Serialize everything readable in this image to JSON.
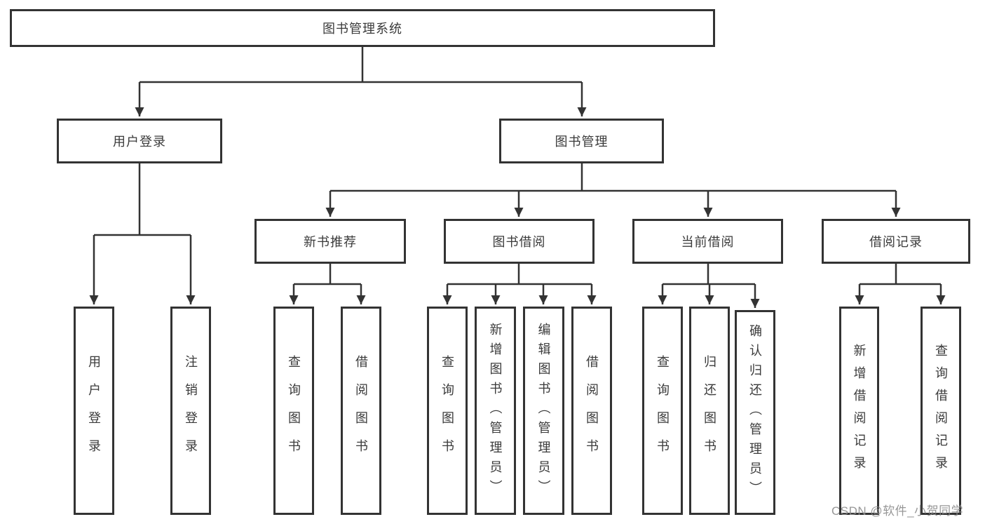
{
  "diagram": {
    "title_node": {
      "label": "图书管理系统"
    },
    "level1": {
      "user_login": {
        "label": "用户登录"
      },
      "book_mgmt": {
        "label": "图书管理"
      }
    },
    "level2": {
      "new_book_rec": {
        "label": "新书推荐"
      },
      "book_borrow": {
        "label": "图书借阅"
      },
      "current_borrow": {
        "label": "当前借阅"
      },
      "borrow_records": {
        "label": "借阅记录"
      }
    },
    "leaves": {
      "user_login_1": {
        "label": "用户登录"
      },
      "user_login_2": {
        "label": "注销登录"
      },
      "new_book_rec_1": {
        "label": "查询图书"
      },
      "new_book_rec_2": {
        "label": "借阅图书"
      },
      "book_borrow_1": {
        "label": "查询图书"
      },
      "book_borrow_2": {
        "label": "新增图书（管理员）"
      },
      "book_borrow_3": {
        "label": "编辑图书（管理员）"
      },
      "book_borrow_4": {
        "label": "借阅图书"
      },
      "current_borrow_1": {
        "label": "查询图书"
      },
      "current_borrow_2": {
        "label": "归还图书"
      },
      "current_borrow_3": {
        "label": "确认归还（管理员）"
      },
      "borrow_records_1": {
        "label": "新增借阅记录"
      },
      "borrow_records_2": {
        "label": "查询借阅记录"
      }
    },
    "colors": {
      "line": "#333333",
      "text": "#3b3b3b",
      "background": "#ffffff",
      "watermark": "#8c8c8c"
    }
  },
  "watermark": {
    "text": "CSDN @软件_小贺同学"
  }
}
